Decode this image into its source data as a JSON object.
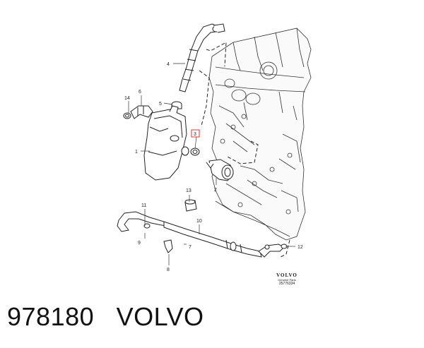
{
  "diagram": {
    "callouts": {
      "c1": "1",
      "c2": "2",
      "c3": "3",
      "c4": "4",
      "c5": "5",
      "c6": "6",
      "c7": "7",
      "c8": "8",
      "c9": "9",
      "c10": "10",
      "c11": "11",
      "c12": "12",
      "c13": "13",
      "c14": "14"
    },
    "highlighted_callout": "3",
    "highlight_color": "#e03030",
    "brand": {
      "logo": "VOLVO",
      "subtitle": "Genuine Parts",
      "reference": "25776334"
    }
  },
  "footer": {
    "part_number": "978180",
    "make": "VOLVO"
  }
}
